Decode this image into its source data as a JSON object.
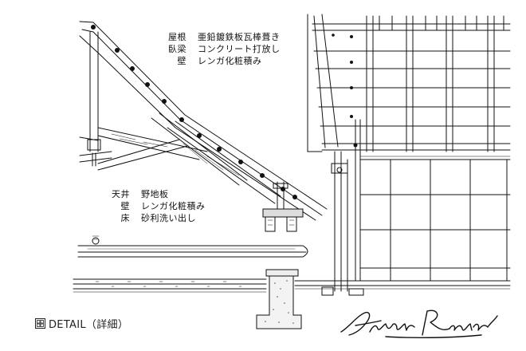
{
  "notes_roof": [
    {
      "key": "屋根",
      "value": "亜鉛鍍鉄板瓦棒葺き"
    },
    {
      "key": "臥梁",
      "value": "コンクリート打放し"
    },
    {
      "key": "壁",
      "value": "レンガ化粧積み"
    }
  ],
  "notes_interior": [
    {
      "key": "天井",
      "value": "野地板"
    },
    {
      "key": "壁",
      "value": "レンガ化粧積み"
    },
    {
      "key": "床",
      "value": "砂利洗い出し"
    }
  ],
  "title": {
    "label": "DETAIL（詳細）",
    "icon": "grid-square-icon"
  },
  "signature": {
    "text": "Antonin Raymond",
    "icon": "handwritten-signature"
  }
}
